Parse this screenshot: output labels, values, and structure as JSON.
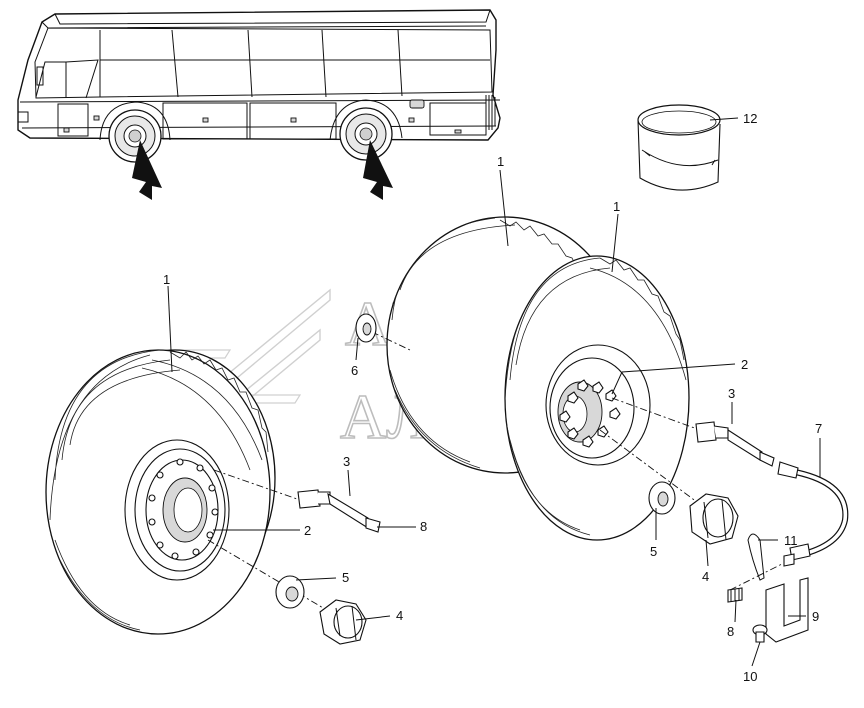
{
  "watermark": {
    "line1": "АВТО",
    "line2": "АЛЬЯНС"
  },
  "callouts": [
    {
      "id": "c1a",
      "label": "1"
    },
    {
      "id": "c1b",
      "label": "1"
    },
    {
      "id": "c1c",
      "label": "1"
    },
    {
      "id": "c2a",
      "label": "2"
    },
    {
      "id": "c2b",
      "label": "2"
    },
    {
      "id": "c3a",
      "label": "3"
    },
    {
      "id": "c3b",
      "label": "3"
    },
    {
      "id": "c4a",
      "label": "4"
    },
    {
      "id": "c4b",
      "label": "4"
    },
    {
      "id": "c5a",
      "label": "5"
    },
    {
      "id": "c5b",
      "label": "5"
    },
    {
      "id": "c6",
      "label": "6"
    },
    {
      "id": "c7",
      "label": "7"
    },
    {
      "id": "c8a",
      "label": "8"
    },
    {
      "id": "c8b",
      "label": "8"
    },
    {
      "id": "c9",
      "label": "9"
    },
    {
      "id": "c10",
      "label": "10"
    },
    {
      "id": "c11",
      "label": "11"
    },
    {
      "id": "c12",
      "label": "12"
    }
  ]
}
